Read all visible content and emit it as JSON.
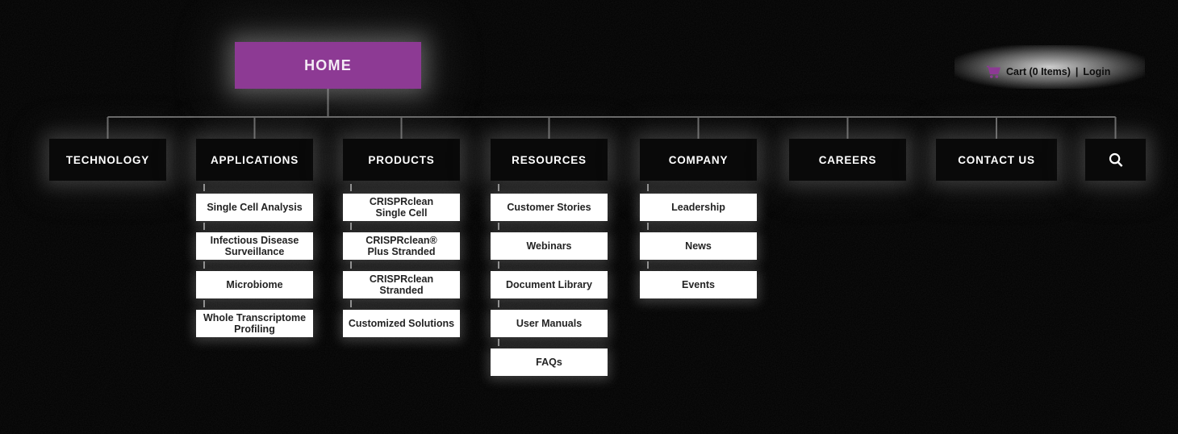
{
  "page": {
    "background_color": "#000000",
    "description": "Website sitemap navigation tree"
  },
  "home": {
    "label": "HOME",
    "background_color": "#8d3a94",
    "text_color": "#ffffff"
  },
  "account": {
    "cart_icon": "shopping-cart-icon",
    "cart_icon_color": "#8d3a94",
    "cart_label": "Cart (0 Items)",
    "separator": "|",
    "login_label": "Login"
  },
  "nav": {
    "search_icon": "magnifier-icon",
    "items": [
      {
        "label": "TECHNOLOGY",
        "children": []
      },
      {
        "label": "APPLICATIONS",
        "children": [
          {
            "label": "Single Cell Analysis",
            "lines": [
              "Single Cell Analysis"
            ]
          },
          {
            "label": "Infectious Disease Surveillance",
            "lines": [
              "Infectious Disease",
              "Surveillance"
            ]
          },
          {
            "label": "Microbiome",
            "lines": [
              "Microbiome"
            ]
          },
          {
            "label": "Whole Transcriptome Profiling",
            "lines": [
              "Whole Transcriptome",
              "Profiling"
            ]
          }
        ]
      },
      {
        "label": "PRODUCTS",
        "children": [
          {
            "label": "CRISPRclean Single Cell",
            "lines": [
              "CRISPRclean",
              "Single Cell"
            ]
          },
          {
            "label": "CRISPRclean® Plus Stranded",
            "lines": [
              "CRISPRclean®",
              "Plus Stranded"
            ]
          },
          {
            "label": "CRISPRclean Stranded",
            "lines": [
              "CRISPRclean",
              "Stranded"
            ]
          },
          {
            "label": "Customized Solutions",
            "lines": [
              "Customized Solutions"
            ]
          }
        ]
      },
      {
        "label": "RESOURCES",
        "children": [
          {
            "label": "Customer Stories",
            "lines": [
              "Customer Stories"
            ]
          },
          {
            "label": "Webinars",
            "lines": [
              "Webinars"
            ]
          },
          {
            "label": "Document Library",
            "lines": [
              "Document Library"
            ]
          },
          {
            "label": "User Manuals",
            "lines": [
              "User Manuals"
            ]
          },
          {
            "label": "FAQs",
            "lines": [
              "FAQs"
            ]
          }
        ]
      },
      {
        "label": "COMPANY",
        "children": [
          {
            "label": "Leadership",
            "lines": [
              "Leadership"
            ]
          },
          {
            "label": "News",
            "lines": [
              "News"
            ]
          },
          {
            "label": "Events",
            "lines": [
              "Events"
            ]
          }
        ]
      },
      {
        "label": "CAREERS",
        "children": []
      },
      {
        "label": "CONTACT US",
        "children": []
      }
    ]
  },
  "colors": {
    "nav_box": "#090909",
    "nav_text": "#ffffff",
    "sub_box": "#ffffff",
    "sub_text": "#232323",
    "connector": "#6a6a6a",
    "accent_purple": "#8d3a94"
  }
}
